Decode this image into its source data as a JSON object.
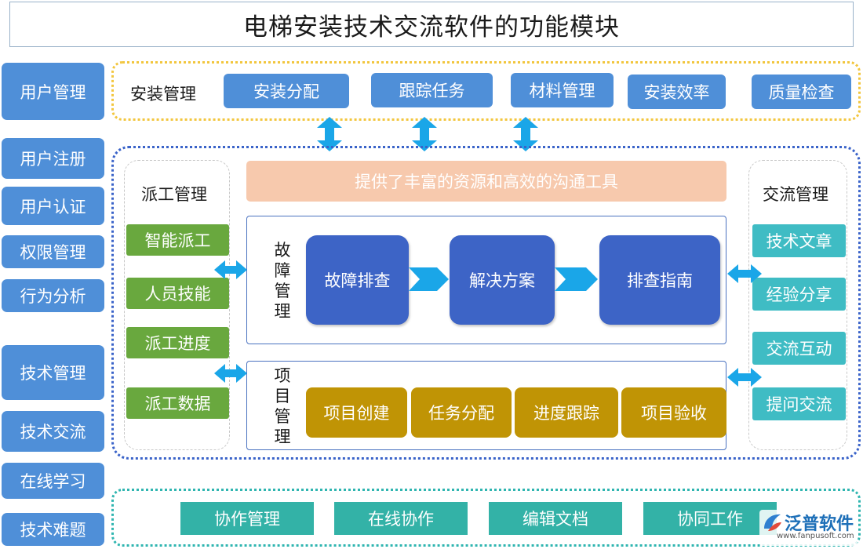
{
  "title": "电梯安装技术交流软件的功能模块",
  "sidebar": {
    "items": [
      "用户管理",
      "用户注册",
      "用户认证",
      "权限管理",
      "行为分析",
      "技术管理",
      "技术交流",
      "在线学习",
      "技术难题"
    ]
  },
  "install": {
    "label": "安装管理",
    "items": [
      "安装分配",
      "跟踪任务",
      "材料管理",
      "安装效率",
      "质量检查"
    ]
  },
  "banner": "提供了丰富的资源和高效的沟通工具",
  "dispatch": {
    "label": "派工管理",
    "items": [
      "智能派工",
      "人员技能",
      "派工进度",
      "派工数据"
    ]
  },
  "fault": {
    "label": [
      "故",
      "障",
      "管",
      "理"
    ],
    "steps": [
      "故障排查",
      "解决方案",
      "排查指南"
    ]
  },
  "project": {
    "label": [
      "项",
      "目",
      "管",
      "理"
    ],
    "steps": [
      "项目创建",
      "任务分配",
      "进度跟踪",
      "项目验收"
    ]
  },
  "exchange": {
    "label": "交流管理",
    "items": [
      "技术文章",
      "经验分享",
      "交流互动",
      "提问交流"
    ]
  },
  "collab": {
    "items": [
      "协作管理",
      "在线协作",
      "编辑文档",
      "协同工作"
    ]
  },
  "logo": {
    "name": "泛普软件",
    "url": "www.fanpusoft.com",
    "icon": "fanpu-logo-icon"
  },
  "colors": {
    "sidebar_blue": "#4f8fd8",
    "card_blue": "#3d64c6",
    "green": "#69a83e",
    "teal": "#3fbcc4",
    "gold": "#c09405",
    "peach": "#f7c9ad",
    "arrow_cyan": "#1aa6e8",
    "yellow_border": "#f2c63e"
  }
}
